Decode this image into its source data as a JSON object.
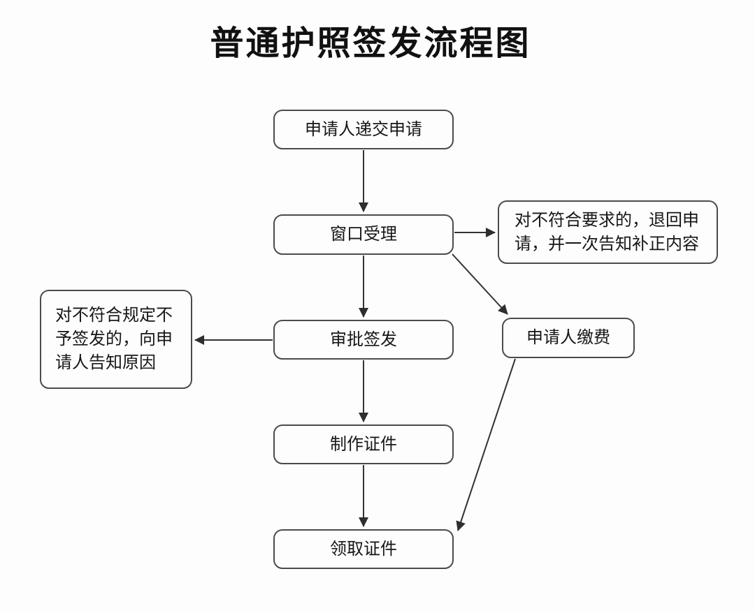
{
  "title": "普通护照签发流程图",
  "nodes": {
    "submit": {
      "label": "申请人递交申请"
    },
    "window": {
      "label": "窗口受理"
    },
    "reject_return": {
      "label": "对不符合要求的，退回申请，并一次告知补正内容"
    },
    "approve": {
      "label": "审批签发"
    },
    "deny_notify": {
      "label": "对不符合规定不予签发的，向申请人告知原因"
    },
    "pay": {
      "label": "申请人缴费"
    },
    "produce": {
      "label": "制作证件"
    },
    "collect": {
      "label": "领取证件"
    }
  },
  "edges": [
    {
      "from": "submit",
      "to": "window"
    },
    {
      "from": "window",
      "to": "reject_return"
    },
    {
      "from": "window",
      "to": "approve"
    },
    {
      "from": "window",
      "to": "pay"
    },
    {
      "from": "approve",
      "to": "deny_notify"
    },
    {
      "from": "approve",
      "to": "produce"
    },
    {
      "from": "produce",
      "to": "collect"
    },
    {
      "from": "pay",
      "to": "collect"
    }
  ],
  "colors": {
    "background": "#fdfdfd",
    "line": "#333333",
    "node_border": "#4b4b4b",
    "text": "#161616"
  }
}
